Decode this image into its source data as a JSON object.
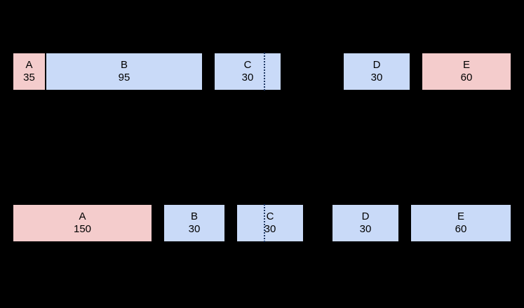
{
  "colors": {
    "background": "#000000",
    "highlight": "#f4cccc",
    "normal": "#c9daf8"
  },
  "top_row": {
    "a": {
      "name": "A",
      "value": "35",
      "color": "highlight"
    },
    "b": {
      "name": "B",
      "value": "95",
      "color": "normal"
    },
    "c": {
      "name": "C",
      "value": "30",
      "color": "normal",
      "marker": "dotted-line"
    },
    "d": {
      "name": "D",
      "value": "30",
      "color": "normal"
    },
    "e": {
      "name": "E",
      "value": "60",
      "color": "highlight"
    }
  },
  "bottom_row": {
    "a": {
      "name": "A",
      "value": "150",
      "color": "highlight"
    },
    "b": {
      "name": "B",
      "value": "30",
      "color": "normal"
    },
    "c": {
      "name": "C",
      "value": "30",
      "color": "normal",
      "marker": "dotted-line"
    },
    "d": {
      "name": "D",
      "value": "30",
      "color": "normal"
    },
    "e": {
      "name": "E",
      "value": "60",
      "color": "normal"
    }
  }
}
